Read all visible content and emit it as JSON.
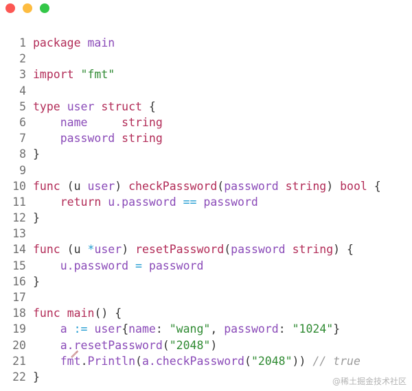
{
  "window": {
    "controls": [
      "close",
      "minimize",
      "maximize"
    ]
  },
  "code_lines": [
    {
      "n": "1",
      "tokens": [
        {
          "t": "package",
          "c": "kw"
        },
        {
          "t": " "
        },
        {
          "t": "main",
          "c": "ty"
        }
      ]
    },
    {
      "n": "2",
      "tokens": []
    },
    {
      "n": "3",
      "tokens": [
        {
          "t": "import",
          "c": "kw"
        },
        {
          "t": " "
        },
        {
          "t": "\"fmt\"",
          "c": "str"
        }
      ]
    },
    {
      "n": "4",
      "tokens": []
    },
    {
      "n": "5",
      "tokens": [
        {
          "t": "type",
          "c": "kw"
        },
        {
          "t": " "
        },
        {
          "t": "user",
          "c": "ty"
        },
        {
          "t": " "
        },
        {
          "t": "struct",
          "c": "kw"
        },
        {
          "t": " {"
        }
      ]
    },
    {
      "n": "6",
      "tokens": [
        {
          "t": "    "
        },
        {
          "t": "name",
          "c": "ty"
        },
        {
          "t": "     "
        },
        {
          "t": "string",
          "c": "kw"
        }
      ]
    },
    {
      "n": "7",
      "tokens": [
        {
          "t": "    "
        },
        {
          "t": "password",
          "c": "ty"
        },
        {
          "t": " "
        },
        {
          "t": "string",
          "c": "kw"
        }
      ]
    },
    {
      "n": "8",
      "tokens": [
        {
          "t": "}"
        }
      ]
    },
    {
      "n": "9",
      "tokens": []
    },
    {
      "n": "10",
      "tokens": [
        {
          "t": "func",
          "c": "kw"
        },
        {
          "t": " (u "
        },
        {
          "t": "user",
          "c": "ty"
        },
        {
          "t": ") "
        },
        {
          "t": "checkPassword",
          "c": "kw"
        },
        {
          "t": "("
        },
        {
          "t": "password",
          "c": "ty"
        },
        {
          "t": " "
        },
        {
          "t": "string",
          "c": "kw"
        },
        {
          "t": ") "
        },
        {
          "t": "bool",
          "c": "kw"
        },
        {
          "t": " {"
        }
      ]
    },
    {
      "n": "11",
      "tokens": [
        {
          "t": "    "
        },
        {
          "t": "return",
          "c": "kw"
        },
        {
          "t": " "
        },
        {
          "t": "u.password",
          "c": "ty"
        },
        {
          "t": " "
        },
        {
          "t": "==",
          "c": "op"
        },
        {
          "t": " "
        },
        {
          "t": "password",
          "c": "ty"
        }
      ]
    },
    {
      "n": "12",
      "tokens": [
        {
          "t": "}"
        }
      ]
    },
    {
      "n": "13",
      "tokens": []
    },
    {
      "n": "14",
      "tokens": [
        {
          "t": "func",
          "c": "kw"
        },
        {
          "t": " (u "
        },
        {
          "t": "*",
          "c": "op"
        },
        {
          "t": "user",
          "c": "ty"
        },
        {
          "t": ") "
        },
        {
          "t": "resetPassword",
          "c": "kw"
        },
        {
          "t": "("
        },
        {
          "t": "password",
          "c": "ty"
        },
        {
          "t": " "
        },
        {
          "t": "string",
          "c": "kw"
        },
        {
          "t": ") {"
        }
      ]
    },
    {
      "n": "15",
      "tokens": [
        {
          "t": "    "
        },
        {
          "t": "u.password",
          "c": "ty"
        },
        {
          "t": " "
        },
        {
          "t": "=",
          "c": "op"
        },
        {
          "t": " "
        },
        {
          "t": "password",
          "c": "ty"
        }
      ]
    },
    {
      "n": "16",
      "tokens": [
        {
          "t": "}"
        }
      ]
    },
    {
      "n": "17",
      "tokens": []
    },
    {
      "n": "18",
      "tokens": [
        {
          "t": "func",
          "c": "kw"
        },
        {
          "t": " "
        },
        {
          "t": "main",
          "c": "kw"
        },
        {
          "t": "() {"
        }
      ]
    },
    {
      "n": "19",
      "tokens": [
        {
          "t": "    "
        },
        {
          "t": "a",
          "c": "ty"
        },
        {
          "t": " "
        },
        {
          "t": ":=",
          "c": "op"
        },
        {
          "t": " "
        },
        {
          "t": "user",
          "c": "ty"
        },
        {
          "t": "{"
        },
        {
          "t": "name",
          "c": "ty"
        },
        {
          "t": ": "
        },
        {
          "t": "\"wang\"",
          "c": "str"
        },
        {
          "t": ", "
        },
        {
          "t": "password",
          "c": "ty"
        },
        {
          "t": ": "
        },
        {
          "t": "\"1024\"",
          "c": "str"
        },
        {
          "t": "}"
        }
      ]
    },
    {
      "n": "20",
      "tokens": [
        {
          "t": "    "
        },
        {
          "t": "a.resetPassword",
          "c": "ty"
        },
        {
          "t": "("
        },
        {
          "t": "\"2048\"",
          "c": "str"
        },
        {
          "t": ")"
        }
      ]
    },
    {
      "n": "21",
      "tokens": [
        {
          "t": "    "
        },
        {
          "t": "fmt",
          "c": "ty"
        },
        {
          "t": "."
        },
        {
          "t": "Println",
          "c": "ty"
        },
        {
          "t": "("
        },
        {
          "t": "a.checkPassword",
          "c": "ty"
        },
        {
          "t": "("
        },
        {
          "t": "\"2048\"",
          "c": "str"
        },
        {
          "t": ")) "
        },
        {
          "t": "// true",
          "c": "cm"
        }
      ]
    },
    {
      "n": "22",
      "tokens": [
        {
          "t": "}"
        }
      ]
    }
  ],
  "watermark": "@稀土掘金技术社区",
  "colors": {
    "keyword": "#b22b57",
    "identifier": "#8a4ab8",
    "string": "#2f8a32",
    "operator": "#1f9bd1",
    "comment": "#9a9a9a",
    "close": "#fc5753",
    "minimize": "#fdbc40",
    "maximize": "#33c748"
  }
}
